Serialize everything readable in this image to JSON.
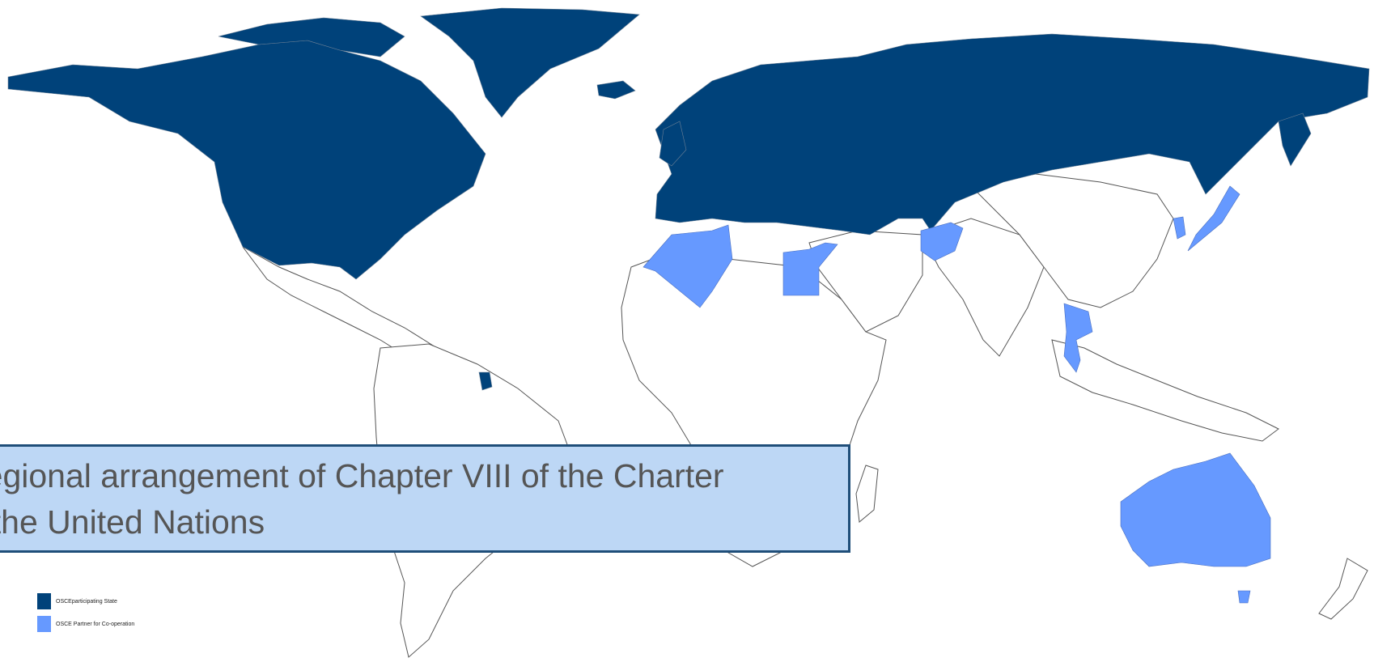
{
  "map": {
    "colors": {
      "member": "#00427a",
      "partner": "#6699ff",
      "other": "#ffffff",
      "border": "#555555"
    },
    "regions": {
      "member": [
        "North America",
        "Greenland",
        "Europe",
        "Russia",
        "Central Asia",
        "French Guiana"
      ],
      "partner": [
        "Morocco",
        "Algeria",
        "Tunisia",
        "Egypt",
        "Israel",
        "Jordan",
        "Afghanistan",
        "Korea",
        "Japan",
        "Thailand",
        "Australia"
      ]
    }
  },
  "caption": {
    "line1": "regional arrangement of Chapter VIII of the Charter",
    "line2": "f the United Nations"
  },
  "legend": {
    "items": [
      {
        "label": "OSCEparticipating State",
        "color": "#00427a"
      },
      {
        "label": "OSCE Partner for Co-operation",
        "color": "#6699ff"
      }
    ]
  }
}
